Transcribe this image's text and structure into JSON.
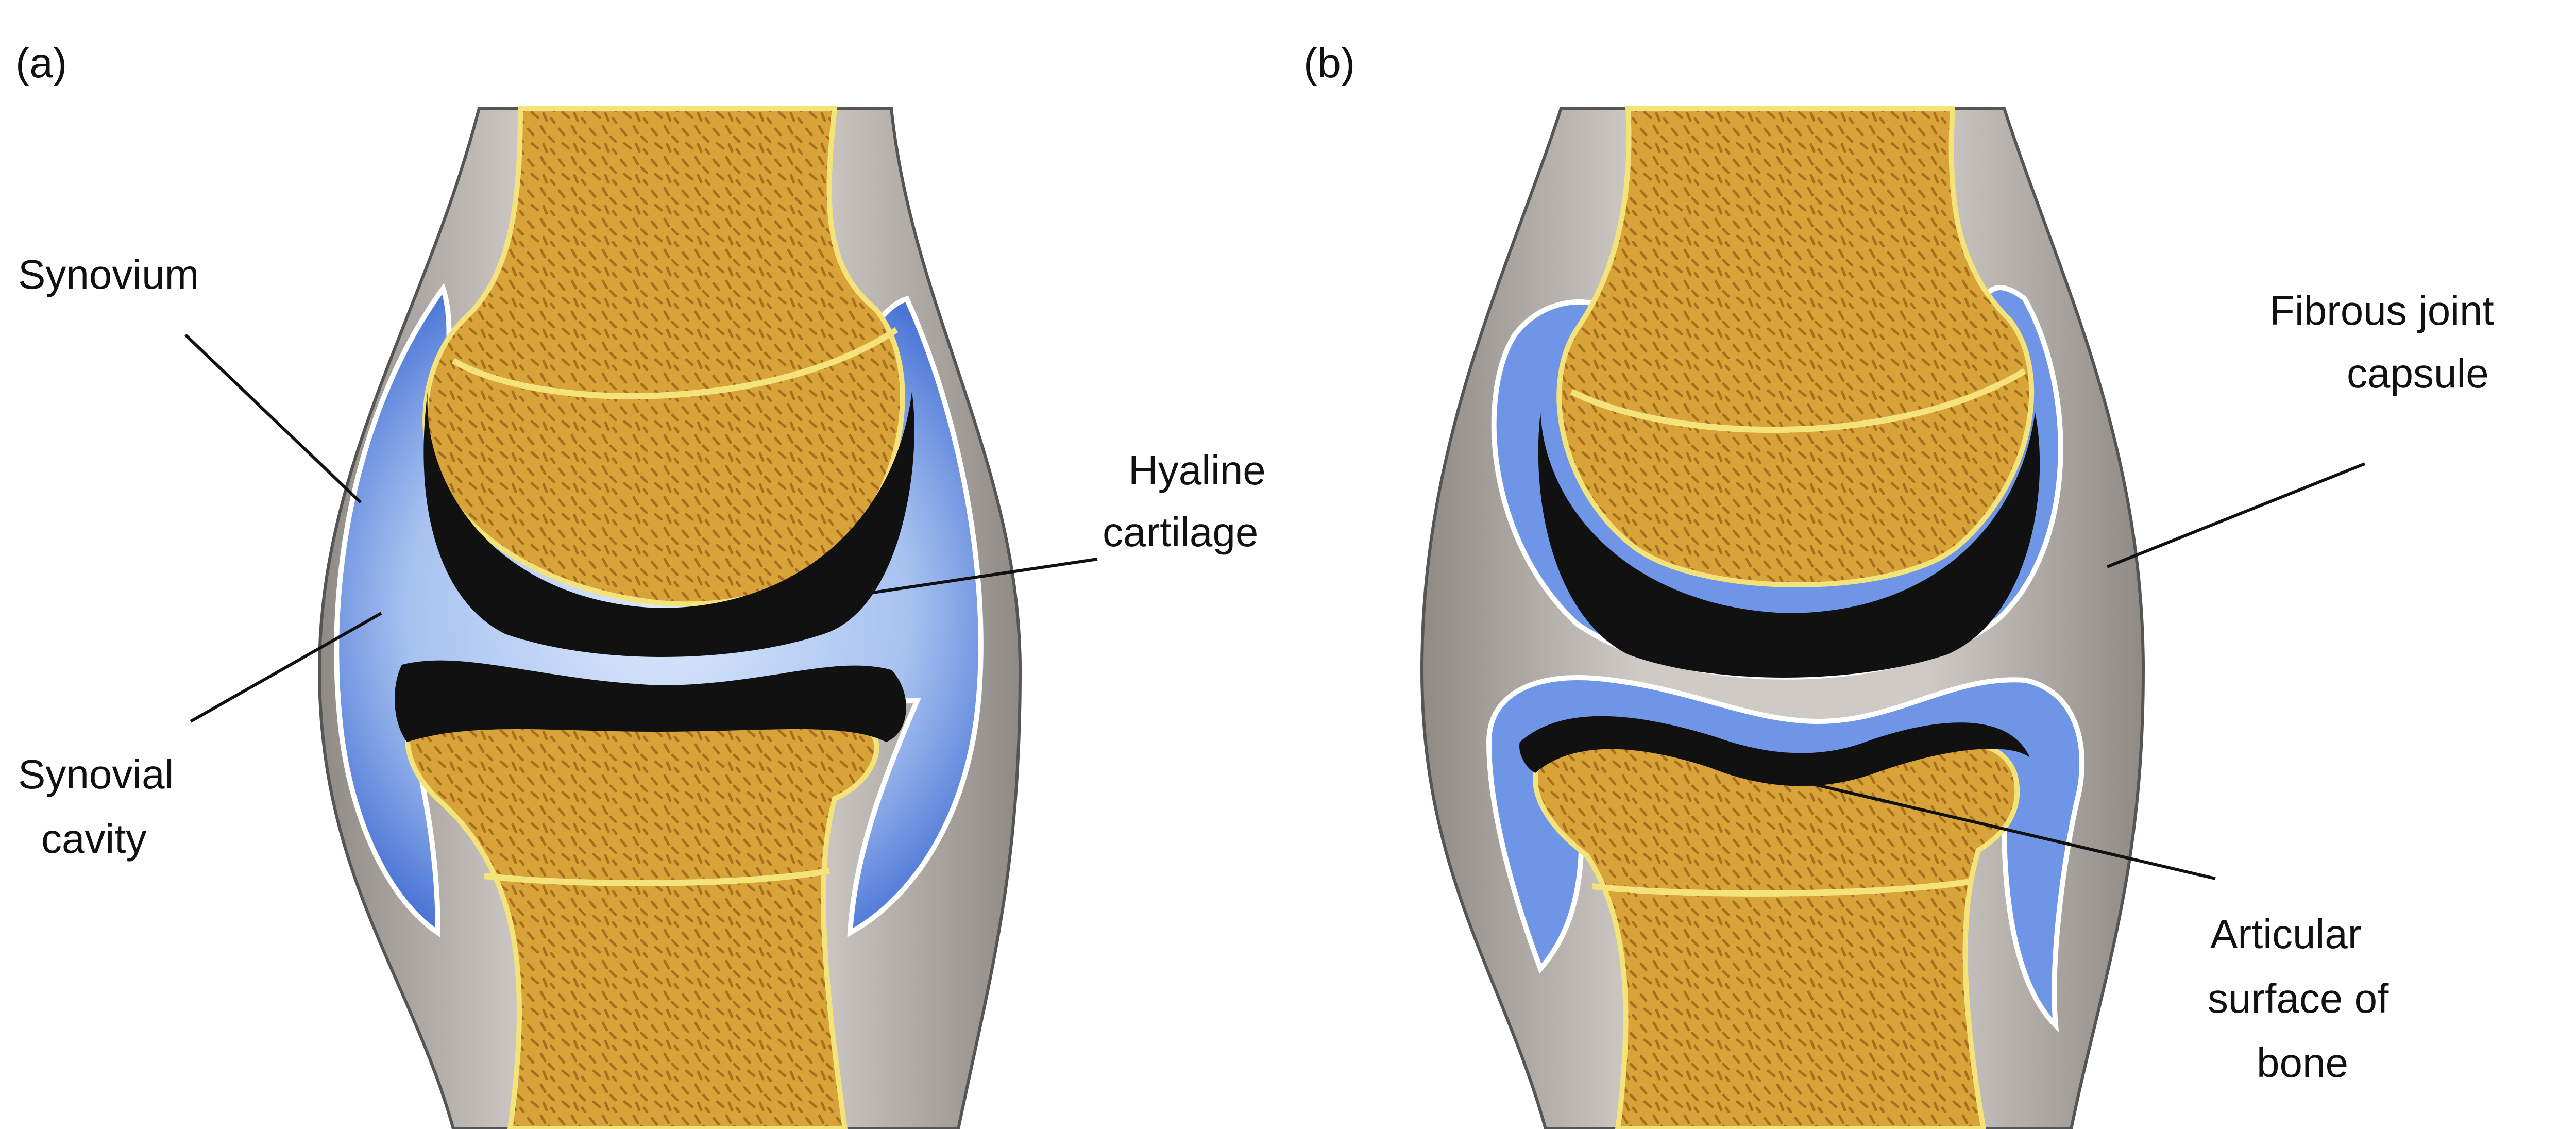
{
  "panels": {
    "a": {
      "panel_label": "(a)",
      "labels": {
        "synovium": "Synovium",
        "hyaline_cartilage": [
          "Hyaline",
          "cartilage"
        ],
        "synovial_cavity": [
          "Synovial",
          "cavity"
        ]
      }
    },
    "b": {
      "panel_label": "(b)",
      "labels": {
        "fibrous_joint_capsule": [
          "Fibrous joint",
          "capsule"
        ],
        "articular_surface_of_bone": [
          "Articular",
          "surface of",
          "bone"
        ]
      }
    }
  },
  "colors": {
    "bone": "#d9a53a",
    "bone_edge": "#f4e27a",
    "capsule": "#bdb8b3",
    "synovial_fluid": "#6e95e6",
    "cartilage": "#111111",
    "background": "#ffffff"
  }
}
